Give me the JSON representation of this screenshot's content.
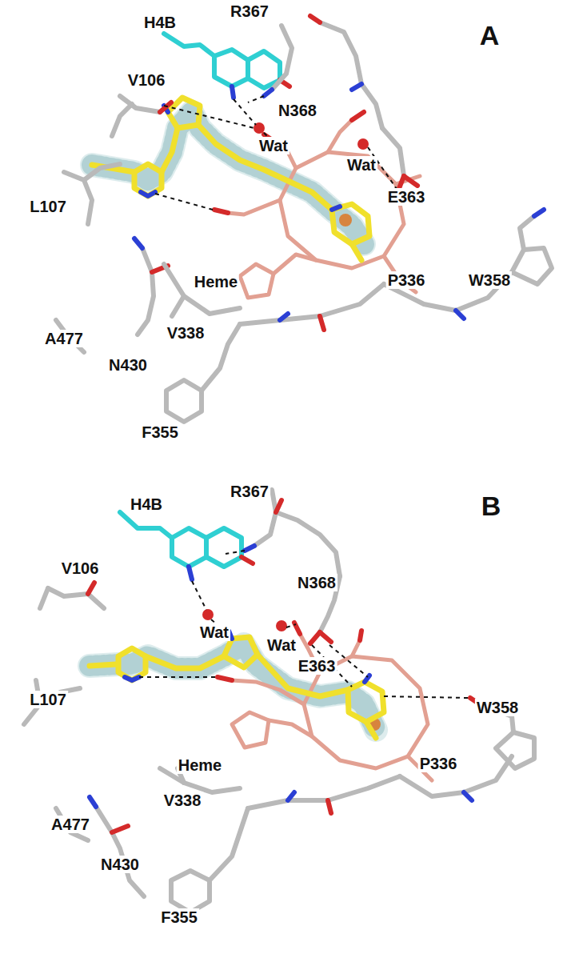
{
  "diagram": {
    "labels": [
      "A",
      "H4B",
      "R367",
      "V106",
      "N368",
      "Wat",
      "Wat",
      "E363",
      "L107",
      "Heme",
      "P336",
      "W358",
      "A477",
      "V338",
      "N430",
      "F355",
      "B",
      "H4B",
      "R367",
      "N368",
      "V106",
      "Wat",
      "Wat",
      "E363",
      "L107",
      "W358",
      "Heme",
      "P336",
      "V338",
      "A477",
      "N430",
      "F355"
    ]
  }
}
